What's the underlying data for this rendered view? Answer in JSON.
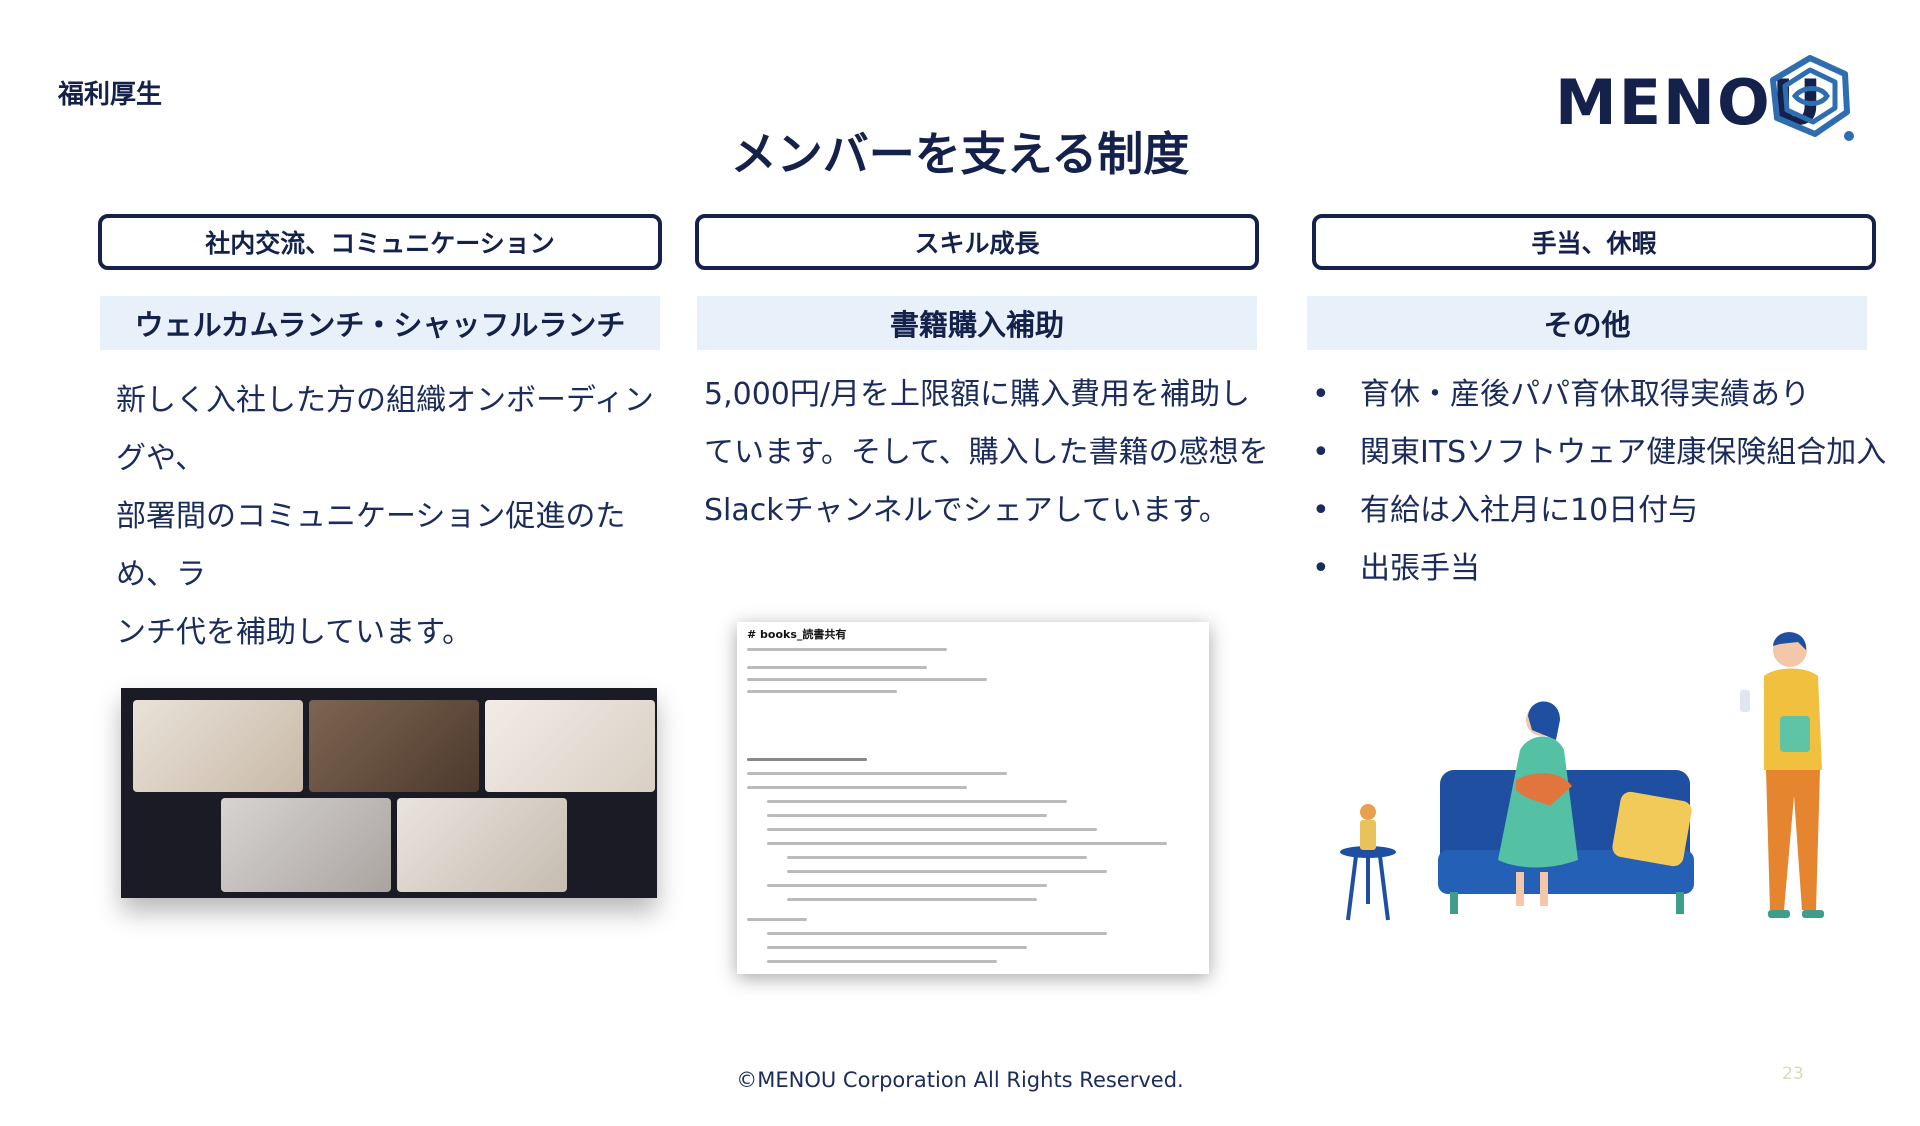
{
  "header": {
    "section": "福利厚生",
    "title": "メンバーを支える制度",
    "logo_text": "MENOU"
  },
  "columns": [
    {
      "category": "社内交流、コミュニケーション",
      "subtitle": "ウェルカムランチ・シャッフルランチ",
      "lines": [
        "新しく入社した方の組織オンボーディングや、",
        "部署間のコミュニケーション促進のため、ラ",
        "ンチ代を補助しています。"
      ]
    },
    {
      "category": "スキル成長",
      "subtitle": "書籍購入補助",
      "lines": [
        "5,000円/月を上限額に購入費用を補助し",
        "ています。そして、購入した書籍の感想を",
        "Slackチャンネルでシェアしています。"
      ]
    },
    {
      "category": "手当、休暇",
      "subtitle": "その他",
      "bullets": [
        "育休・産後パパ育休取得実績あり",
        "関東ITSソフトウェア健康保険組合加入",
        "有給は入社月に10日付与",
        "出張手当"
      ]
    }
  ],
  "slack_screenshot": {
    "channel": "# books_読書共有"
  },
  "footer": {
    "copyright": "©MENOU Corporation All Rights Reserved.",
    "page_number": "23"
  },
  "colors": {
    "navy": "#14214a",
    "light_blue": "#e8f0f9"
  }
}
